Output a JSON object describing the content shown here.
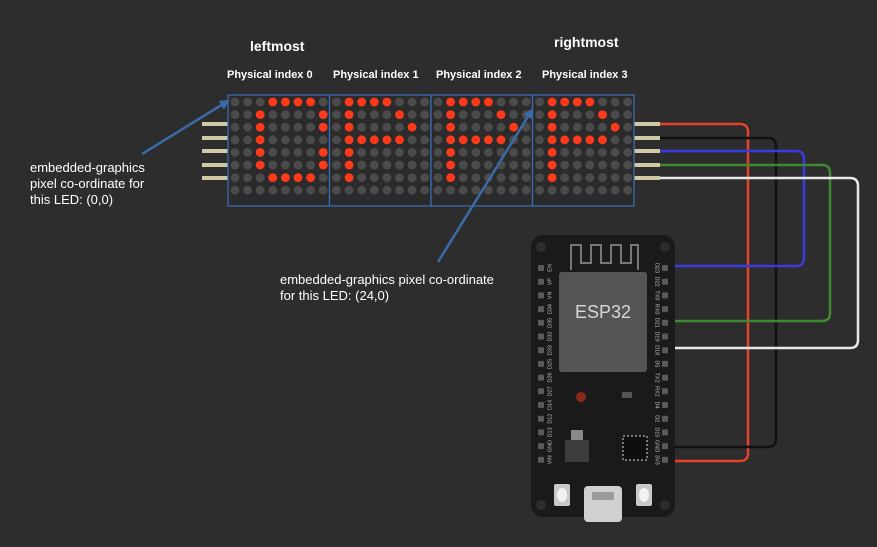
{
  "labels": {
    "leftmost": "leftmost",
    "rightmost": "rightmost"
  },
  "physical_indices": [
    "Physical index 0",
    "Physical index 1",
    "Physical index 2",
    "Physical index 3"
  ],
  "annotations": {
    "origin_led": {
      "line1": "embedded-graphics",
      "line2": "pixel co-ordinate for",
      "line3": "this LED: (0,0)"
    },
    "pixel_24_led": {
      "line1": "embedded-graphics pixel co-ordinate",
      "line2": "for this LED: (24,0)"
    }
  },
  "board": {
    "chip_label": "ESP32",
    "left_pins": [
      "EN",
      "VP",
      "VN",
      "D34",
      "D35",
      "D32",
      "D33",
      "D25",
      "D26",
      "D27",
      "D14",
      "D12",
      "D13",
      "GND",
      "VIN"
    ],
    "right_pins": [
      "D23",
      "D22",
      "TX0",
      "RX0",
      "D21",
      "D19",
      "D18",
      "D5",
      "TX2",
      "RX2",
      "D4",
      "D2",
      "D15",
      "GND",
      "3V3"
    ]
  },
  "matrix": {
    "module_count": 4,
    "rows": 8,
    "cols_per_module": 8,
    "lit_rows": [
      "...xxxx..xxxx....xxxx....xxxx...",
      "..x....x.x...x...x...x...x...x..",
      "..x....x.x....x..x....x..x....x.",
      "..x......xxxxx...xxxxx...xxxxx..",
      "..x....x.x.......x.......x......",
      "..x....x.x.......x.......x......",
      "...xxxx..x.......x.......x......",
      "................................"
    ]
  },
  "colors": {
    "background": "#2d2d2d",
    "led_on": "#ff3a1a",
    "led_off": "#4b4b4b",
    "module_border": "#3a6ab0",
    "annotation_arrow": "#3a6aa8",
    "wire_vcc": "#e8402a",
    "wire_gnd": "#111111",
    "wire_din": "#3a3ae0",
    "wire_cs": "#3f8a30",
    "wire_clk": "#e8e8e8"
  }
}
